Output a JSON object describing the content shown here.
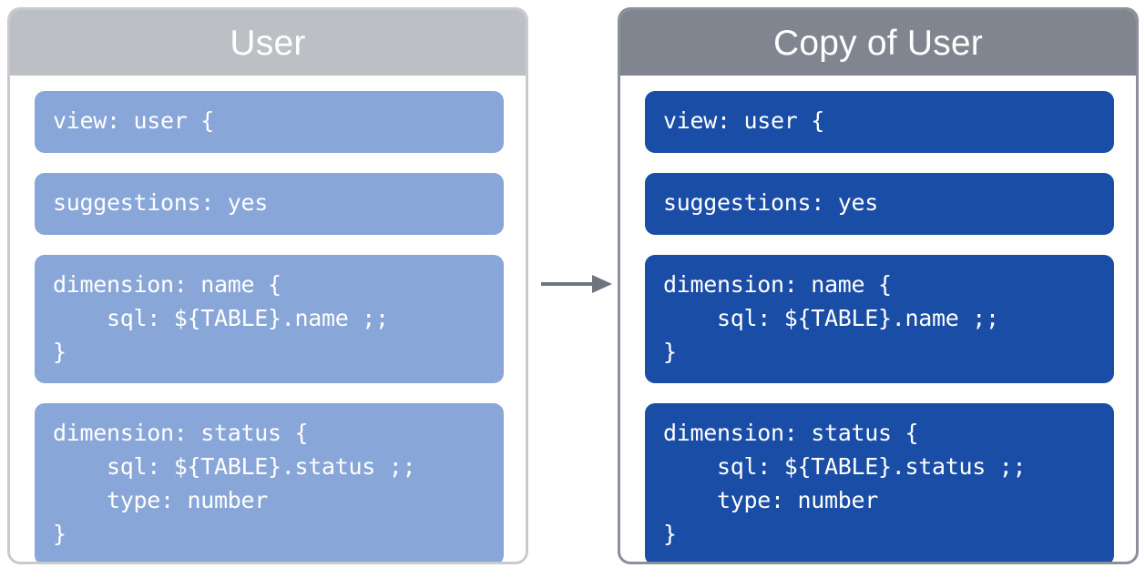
{
  "diagram": {
    "type": "copy-transformation",
    "colors": {
      "source_header": "#bcc0c4",
      "source_block": "#88a6d8",
      "source_border": "#c8cace",
      "copy_header": "#80858f",
      "copy_block": "#1a4da5",
      "copy_border": "#8a8f98",
      "arrow": "#6f757e",
      "code_text": "#ffffff"
    },
    "connector": {
      "icon": "arrow-right-icon",
      "direction": "left-to-right",
      "label": ""
    }
  },
  "panels": [
    {
      "id": "source",
      "title": "User",
      "blocks": [
        {
          "id": "view",
          "code": "view: user {"
        },
        {
          "id": "suggestions",
          "code": "suggestions: yes"
        },
        {
          "id": "dimension-name",
          "code": "dimension: name {\n    sql: ${TABLE}.name ;;\n}"
        },
        {
          "id": "dimension-status",
          "code": "dimension: status {\n    sql: ${TABLE}.status ;;\n    type: number\n}"
        }
      ]
    },
    {
      "id": "copy",
      "title": "Copy of User",
      "blocks": [
        {
          "id": "view",
          "code": "view: user {"
        },
        {
          "id": "suggestions",
          "code": "suggestions: yes"
        },
        {
          "id": "dimension-name",
          "code": "dimension: name {\n    sql: ${TABLE}.name ;;\n}"
        },
        {
          "id": "dimension-status",
          "code": "dimension: status {\n    sql: ${TABLE}.status ;;\n    type: number\n}"
        }
      ]
    }
  ]
}
